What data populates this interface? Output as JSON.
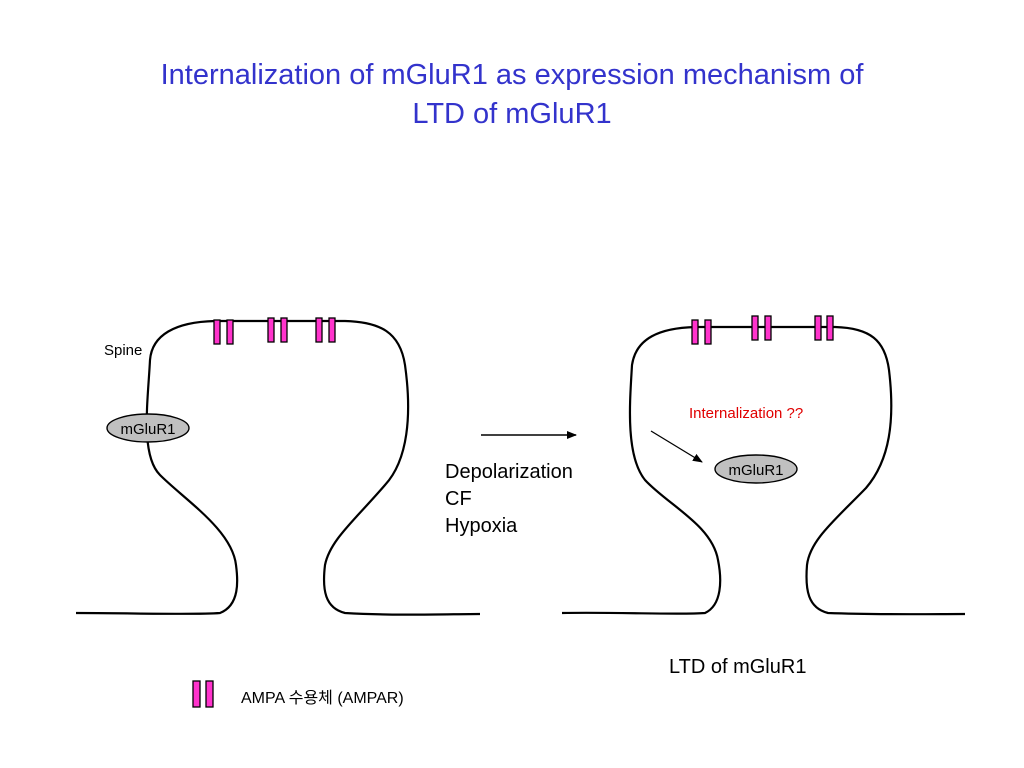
{
  "title": {
    "line1": "Internalization of mGluR1 as expression mechanism of",
    "line2": "LTD of mGluR1"
  },
  "labels": {
    "spine": "Spine",
    "receptor_left": "mGluR1",
    "receptor_right": "mGluR1",
    "internalization": "Internalization ??",
    "result_caption": "LTD of mGluR1"
  },
  "stimuli": [
    "Depolarization",
    "CF",
    "Hypoxia"
  ],
  "legend": {
    "label": "AMPA 수용체 (AMPAR)",
    "symbol_color": "#ff33cc"
  },
  "colors": {
    "title": "#3333cc",
    "ampar_fill": "#ff33cc",
    "receptor_fill": "#c0c0c0",
    "internalization_text": "#e00000"
  }
}
